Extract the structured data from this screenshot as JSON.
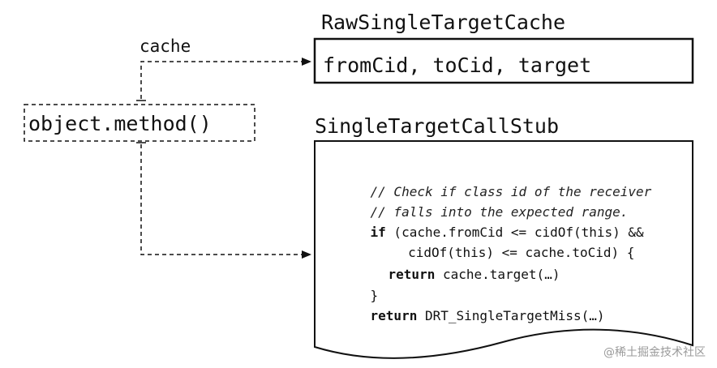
{
  "diagram": {
    "cache_label": "cache",
    "call_site": "object.method()",
    "raw_cache": {
      "title": "RawSingleTargetCache",
      "fields": "fromCid, toCid, target"
    },
    "call_stub": {
      "title": "SingleTargetCallStub",
      "code": [
        {
          "kw": "",
          "text": "// Check if class id of the receiver"
        },
        {
          "kw": "",
          "text": "// falls into the expected range."
        },
        {
          "kw": "if",
          "text": " (cache.fromCid <= cidOf(this) &&"
        },
        {
          "kw": "",
          "text": "    cidOf(this) <= cache.toCid) {"
        },
        {
          "kw": "return",
          "text": " cache.target(…)"
        },
        {
          "kw": "",
          "text": "}"
        },
        {
          "kw": "return",
          "text": " DRT_SingleTargetMiss(…)"
        }
      ]
    }
  },
  "watermark": "@稀土掘金技术社区"
}
